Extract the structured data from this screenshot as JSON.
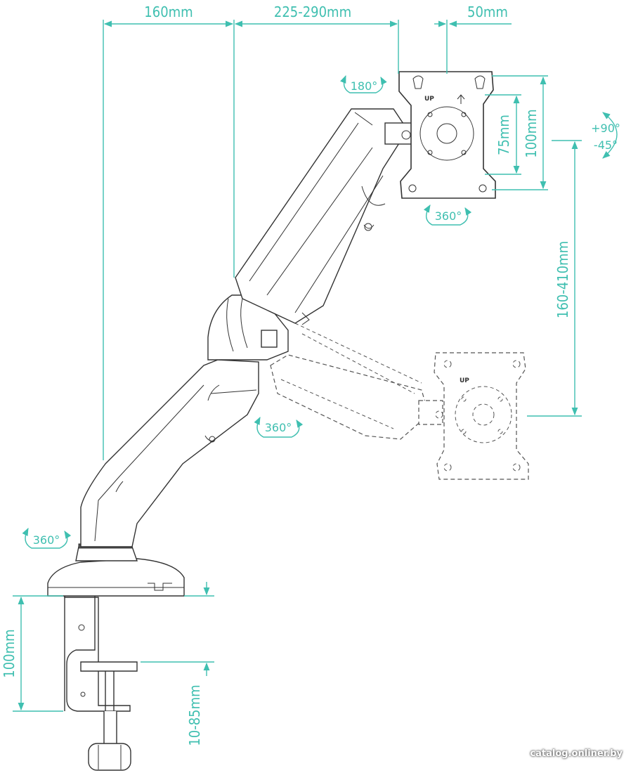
{
  "dimensions": {
    "top_left_width": "160mm",
    "arm_extension": "225-290mm",
    "plate_offset": "50mm",
    "vesa_small": "75mm",
    "vesa_large": "100mm",
    "height_range": "160-410mm",
    "clamp_height": "100mm",
    "desk_thickness": "10-85mm"
  },
  "rotations": {
    "plate_rotate": "180°",
    "tilt_up": "+90°",
    "tilt_down": "-45°",
    "swivel_head": "360°",
    "swivel_elbow": "360°",
    "swivel_base": "360°"
  },
  "plate_labels": {
    "up_main": "UP",
    "up_ghost": "UP"
  },
  "watermark": "catalog.onliner.by",
  "colors": {
    "dimension": "#3fbfb0",
    "line_art": "#333333"
  }
}
